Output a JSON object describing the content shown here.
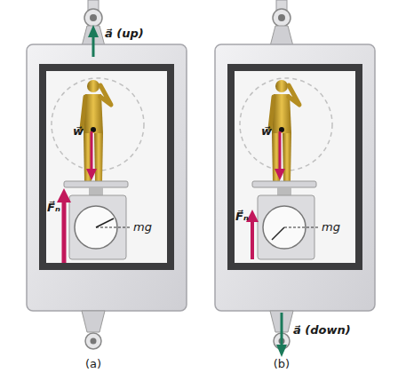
{
  "diagram": {
    "labels": [
      "a⃗ (up)",
      "w⃗",
      "F⃗ₙ",
      "mg",
      "(a)",
      "w⃗",
      "F⃗ₙ",
      "mg",
      "a⃗ (down)",
      "(b)"
    ]
  }
}
